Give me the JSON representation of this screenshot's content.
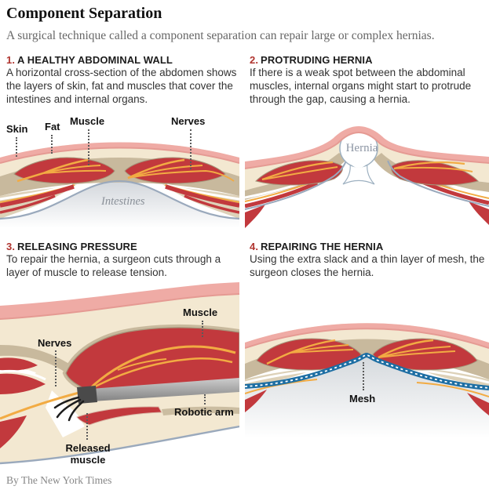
{
  "header": {
    "title": "Component Separation",
    "subtitle": "A surgical technique called a component separation can repair large or complex hernias."
  },
  "panels": [
    {
      "number": "1.",
      "heading": "A HEALTHY ABDOMINAL WALL",
      "body": "A horizontal cross-section of the abdomen shows the layers of skin, fat and muscles that cover the intestines and internal organs.",
      "labels": {
        "skin": "Skin",
        "fat": "Fat",
        "muscle": "Muscle",
        "nerves": "Nerves",
        "intestines": "Intestines"
      }
    },
    {
      "number": "2.",
      "heading": "PROTRUDING HERNIA",
      "body": "If there is a weak spot between the abdominal muscles, internal organs might start to protrude through the gap, causing a hernia.",
      "labels": {
        "hernia": "Hernia"
      }
    },
    {
      "number": "3.",
      "heading": "RELEASING PRESSURE",
      "body": "To repair the hernia, a surgeon cuts through a layer of muscle to release tension.",
      "labels": {
        "muscle": "Muscle",
        "nerves": "Nerves",
        "robotic_arm": "Robotic arm",
        "released_muscle": "Released muscle"
      }
    },
    {
      "number": "4.",
      "heading": "REPAIRING THE HERNIA",
      "body": "Using the extra slack and a thin layer of mesh, the surgeon closes the hernia.",
      "labels": {
        "mesh": "Mesh"
      }
    }
  ],
  "footer": {
    "byline": "By The New York Times"
  },
  "colors": {
    "accent-red": "#b0342f",
    "muscle": "#c2393d",
    "nerve": "#f2ab43",
    "skin": "#efaba5",
    "fat": "#f3e8d1",
    "fascia": "#c8b99d",
    "blueline": "#9aa9bc",
    "mesh": "#1d6ea3",
    "ink": "#1c1c1c",
    "muted": "#666666",
    "byline": "#878787"
  }
}
